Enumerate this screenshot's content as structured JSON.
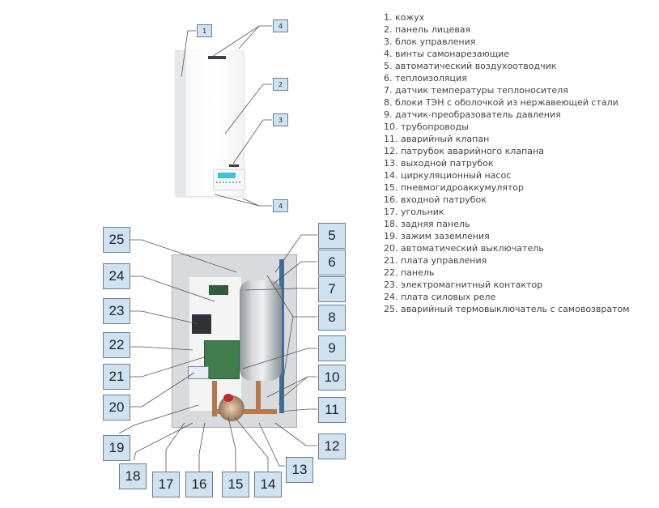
{
  "legend": [
    "1. кожух",
    "2. панель лицевая",
    "3. блок управления",
    "4. винты самонарезающие",
    "5. автоматический воздухоотводчик",
    "6. теплоизоляция",
    "7. датчик температуры теплоносителя",
    "8. блоки ТЭН с оболочкой из нержавеющей стали",
    "9. датчик-преобразователь давления",
    "10. трубопроводы",
    "11. аварийный клапан",
    "12. патрубок аварийного клапана",
    "13. выходной патрубок",
    "14. циркуляционный насос",
    "15. пневмогидроаккумулятор",
    "16. входной патрубок",
    "17. угольник",
    "18. задняя панель",
    "19. зажим заземления",
    "20. автоматический выключатель",
    "21. плата управления",
    "22. панель",
    "23. электромагнитный контактор",
    "24. плата силовых реле",
    "25. аварийный термовыключатель с самовозвратом"
  ],
  "front_labels": {
    "l1": "1",
    "l2": "2",
    "l3": "3",
    "l4_top": "4",
    "l4_bottom": "4"
  },
  "inner_labels": {
    "l5": "5",
    "l6": "6",
    "l7": "7",
    "l8": "8",
    "l9": "9",
    "l10": "10",
    "l11": "11",
    "l12": "12",
    "l13": "13",
    "l14": "14",
    "l15": "15",
    "l16": "16",
    "l17": "17",
    "l18": "18",
    "l19": "19",
    "l20": "20",
    "l21": "21",
    "l22": "22",
    "l23": "23",
    "l24": "24",
    "l25": "25"
  },
  "colors": {
    "label_fill": "#cfe2f1",
    "label_border": "#6f7f8c",
    "leader_line": "#555555"
  }
}
